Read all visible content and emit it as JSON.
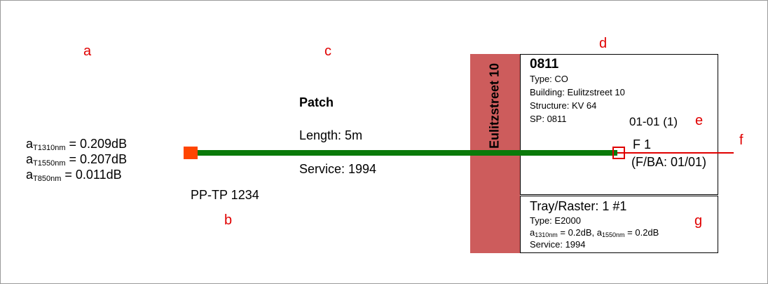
{
  "labels": {
    "a": "a",
    "b": "b",
    "c": "c",
    "d": "d",
    "e": "e",
    "f": "f",
    "g": "g"
  },
  "attenuation": [
    {
      "prefix": "a",
      "sub": "T1310nm",
      "value": " = 0.209dB"
    },
    {
      "prefix": "a",
      "sub": "T1550nm",
      "value": " = 0.207dB"
    },
    {
      "prefix": "a",
      "sub": "T850nm",
      "value": " = 0.011dB"
    }
  ],
  "patch_panel": {
    "name": "PP-TP 1234"
  },
  "patch": {
    "title": "Patch",
    "length": "Length: 5m",
    "service": "Service: 1994"
  },
  "street": {
    "name": "Eulitzstreet 10"
  },
  "site": {
    "id": "0811",
    "type": "Type: CO",
    "building": "Building: Eulitzstreet 10",
    "structure": "Structure: KV 64",
    "sp": "SP: 0811"
  },
  "port": {
    "id": "01-01 (1)"
  },
  "fiber": {
    "name": "F 1",
    "detail": "(F/BA: 01/01)"
  },
  "tray": {
    "title": "Tray/Raster: 1 #1",
    "type": "Type: E2000",
    "att1_prefix": "a",
    "att1_sub": "1310nm",
    "att1_value": " = 0.2dB, ",
    "att2_prefix": "a",
    "att2_sub": "1550nm",
    "att2_value": " = 0.2dB",
    "service": "Service: 1994"
  },
  "colors": {
    "street": "#cd5c5c",
    "cable": "#0a7a0a",
    "marker": "#ff4500",
    "fiber": "#e00000",
    "letters": "#e00000"
  }
}
